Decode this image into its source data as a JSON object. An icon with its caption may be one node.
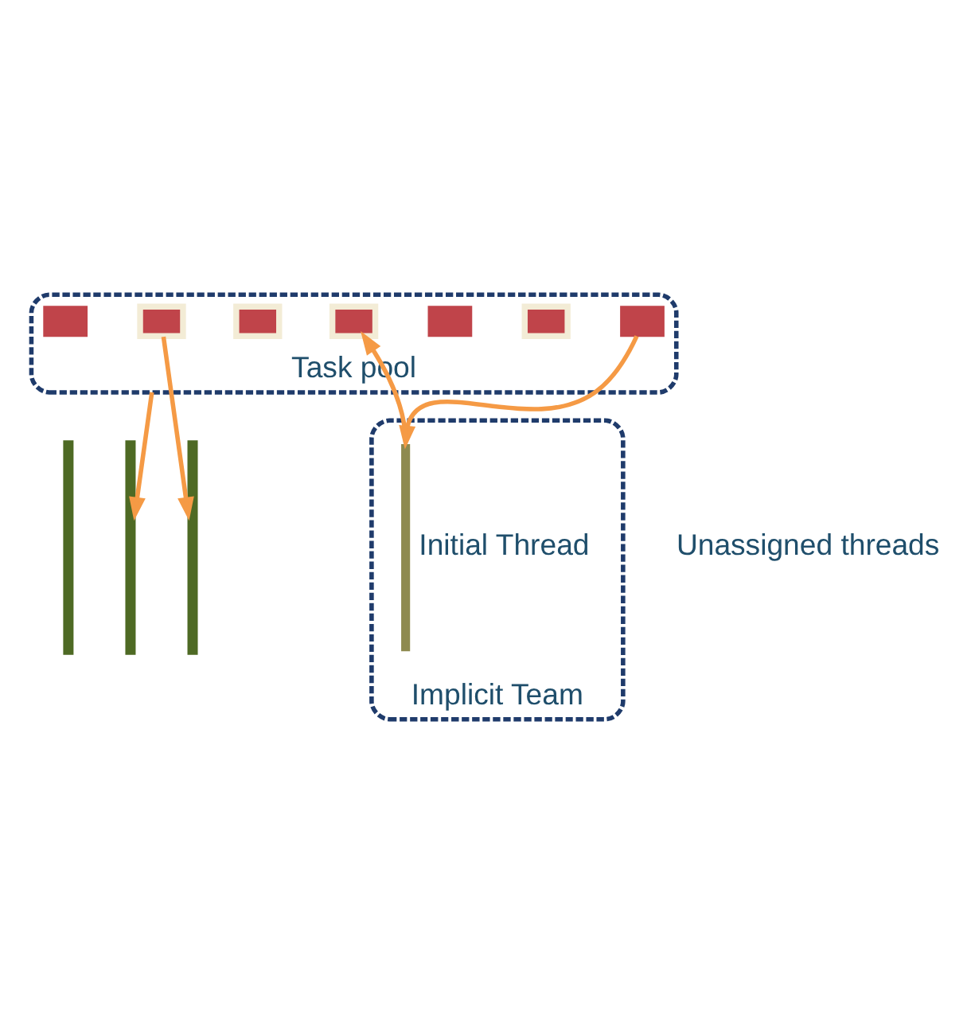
{
  "diagram": {
    "nodes": [
      {
        "text": [],
        "shape": "line"
      },
      {
        "text": [],
        "shape": "line"
      },
      {
        "text": [],
        "shape": "line"
      },
      {
        "text": [
          "Task pool"
        ]
      },
      {
        "text": [],
        "shape": "box",
        "in": 3
      },
      {
        "text": [],
        "shape": "box",
        "in": 3
      },
      {
        "text": [],
        "shape": "box",
        "in": 3
      },
      {
        "text": [],
        "shape": "box",
        "in": 3
      },
      {
        "text": [],
        "shape": "box",
        "in": 3
      },
      {
        "text": [],
        "shape": "box",
        "in": 3
      },
      {
        "text": [],
        "shape": "box",
        "in": 3
      },
      {
        "text": [
          "Implicit Team"
        ]
      },
      {
        "text": [],
        "shape": "line",
        "in": 11,
        "beside": [
          "Initial Thread"
        ]
      }
    ],
    "edges": [
      {
        "from": 4,
        "to": 2,
        "arrow": "to"
      },
      {
        "from": 3,
        "to": 1,
        "arrow": "to"
      },
      {
        "from": 12,
        "to": 7,
        "arrow": "to"
      },
      {
        "from": 9,
        "to": 12,
        "arrow": "to"
      }
    ],
    "labels": [
      "Unassigned threads"
    ]
  }
}
